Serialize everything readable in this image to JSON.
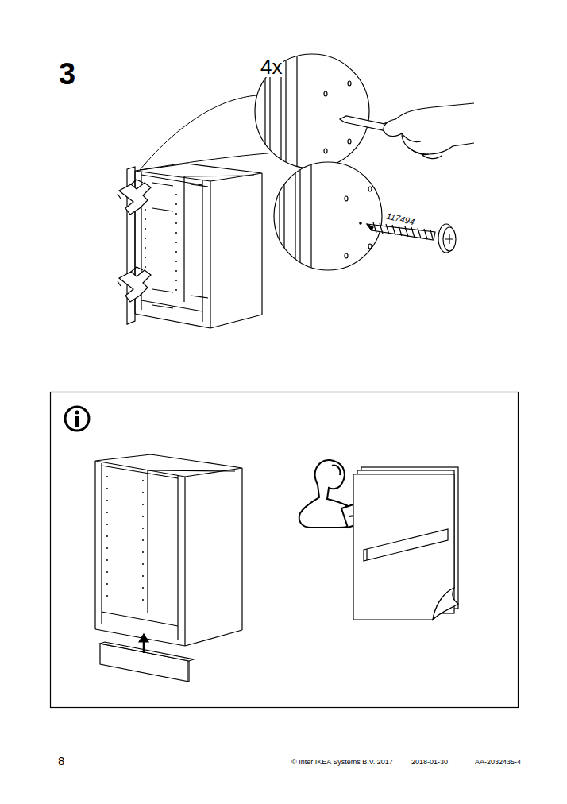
{
  "diagram": {
    "labels": [
      "3",
      "4x",
      "117494",
      "8",
      "© Inter IKEA Systems B.V. 2017",
      "2018-01-30",
      "AA-2032435-4"
    ]
  }
}
